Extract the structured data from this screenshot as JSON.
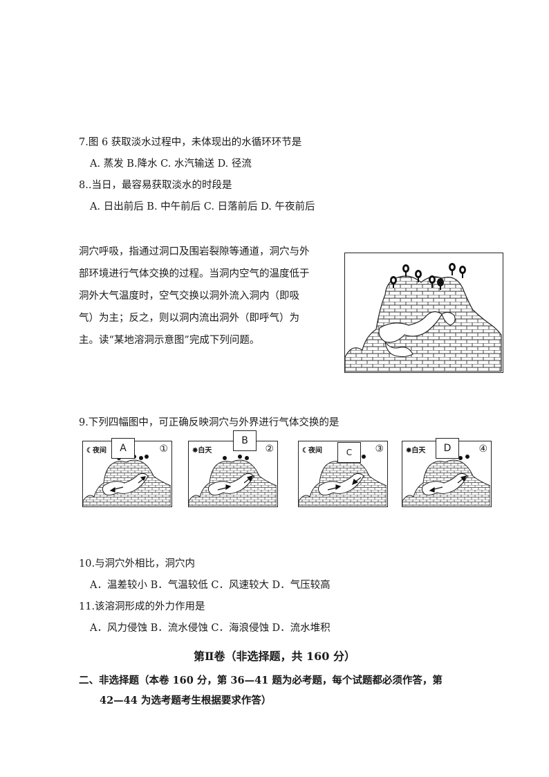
{
  "q7": {
    "stem": "7.图 6 获取淡水过程中，未体现出的水循环环节是",
    "options": "A. 蒸发 B.降水 C. 水汽输送 D. 径流"
  },
  "q8": {
    "stem": "8..当日，最容易获取淡水的时段是",
    "options": "A. 日出前后 B. 中午前后 C. 日落前后 D. 午夜前后"
  },
  "passage": {
    "lines": [
      "洞穴呼吸，指通过洞口及围岩裂隙等通道，洞穴与外",
      "部环境进行气体交换的过程。当洞内空气的温度低于",
      "洞外大气温度时，空气交换以洞外流入洞内（即吸",
      "气）为主；反之，则以洞内流出洞外（即呼气）为",
      "主。读“某地溶洞示意图”完成下列问题。"
    ]
  },
  "q9": {
    "stem": "9.下列四幅图中，可正确反映洞穴与外界进行气体交换的是",
    "panels": [
      {
        "time": "夜间",
        "icon": "moon-icon",
        "number": "①",
        "letter": "A"
      },
      {
        "time": "白天",
        "icon": "sun-icon",
        "number": "②",
        "letter": "B"
      },
      {
        "time": "夜间",
        "icon": "moon-icon",
        "number": "③",
        "letter": "C"
      },
      {
        "time": "白天",
        "icon": "sun-icon",
        "number": "④",
        "letter": "D"
      }
    ]
  },
  "q10": {
    "stem": "10.与洞穴外相比，洞穴内",
    "options": "A．温差较小 B．气温较低 C．风速较大 D．气压较高"
  },
  "q11": {
    "stem": "11.该溶洞形成的外力作用是",
    "options": "A．风力侵蚀 B．流水侵蚀 C．海浪侵蚀 D．流水堆积"
  },
  "part2": {
    "heading": "第Ⅱ卷（非选择题，共 160 分）",
    "section_line1": "二、非选择题（本卷 160 分，第 36—41 题为必考题，每个试题都必须作答，第",
    "section_line2": "42—44 为选考题考生根据要求作答）"
  }
}
